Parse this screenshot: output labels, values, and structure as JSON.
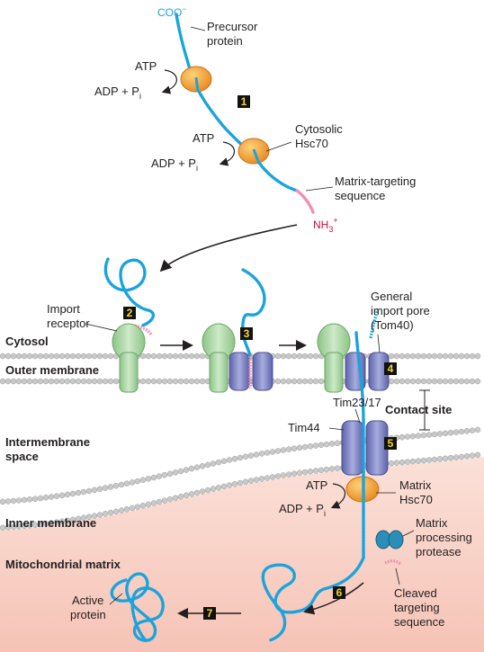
{
  "labels": {
    "coo": "COO",
    "coo_sup": "−",
    "precursor_1": "Precursor",
    "precursor_2": "protein",
    "atp": "ATP",
    "adp": "ADP + P",
    "adp_sub": "i",
    "cytosolic_1": "Cytosolic",
    "cytosolic_2": "Hsc70",
    "mts_1": "Matrix-targeting",
    "mts_2": "sequence",
    "nh3": "NH",
    "nh3_sub": "3",
    "nh3_sup": "+",
    "import_1": "Import",
    "import_2": "receptor",
    "cytosol": "Cytosol",
    "outer_membrane": "Outer membrane",
    "gip_1": "General",
    "gip_2": "import pore",
    "gip_3": "(Tom40)",
    "tim2317": "Tim23/17",
    "tim44": "Tim44",
    "contact_site": "Contact site",
    "ims_1": "Intermembrane",
    "ims_2": "space",
    "matrix_hsc_1": "Matrix",
    "matrix_hsc_2": "Hsc70",
    "inner_membrane": "Inner membrane",
    "mito_matrix": "Mitochondrial matrix",
    "mpp_1": "Matrix",
    "mpp_2": "processing",
    "mpp_3": "protease",
    "active_1": "Active",
    "active_2": "protein",
    "cleaved_1": "Cleaved",
    "cleaved_2": "targeting",
    "cleaved_3": "sequence"
  },
  "steps": [
    "1",
    "2",
    "3",
    "4",
    "5",
    "6",
    "7"
  ],
  "colors": {
    "protein": "#1aa3dc",
    "targeting_sequence": "#f28fb0",
    "hsc70": "#f4a236",
    "receptor": "#a9d6a3",
    "pore": "#7f86c6",
    "membrane_head": "#c9c9c9",
    "matrix_pink": "#f6c9bd",
    "nh3_red": "#c0143c",
    "step_box": "#111111",
    "step_text": "#f5d92a"
  }
}
